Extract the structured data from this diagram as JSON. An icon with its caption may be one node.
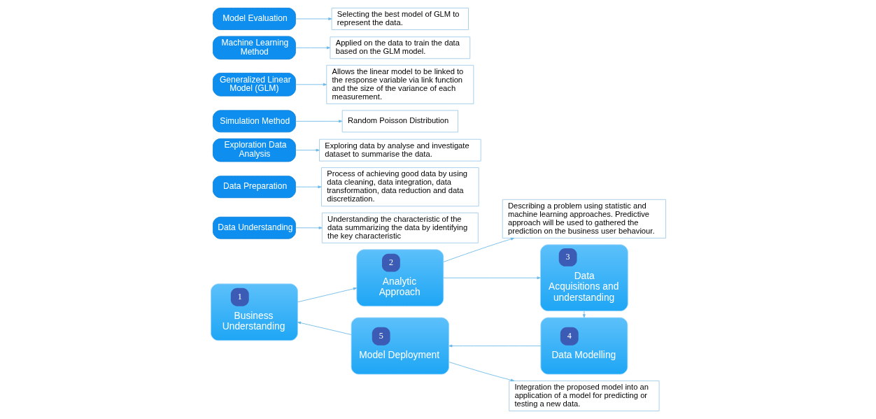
{
  "diagram": {
    "nodes": [
      {
        "text": [
          "1",
          "Business Understanding"
        ]
      },
      {
        "text": [
          "2",
          "Analytic Approach"
        ]
      },
      {
        "text": [
          "Describing a problem using statistic and machine learning approaches. Predictive approach will be used to gathered the prediction on the business user behaviour."
        ]
      },
      {
        "text": [
          "3",
          "Data Acquisitions and understanding"
        ]
      },
      {
        "text": [
          "Data Understanding"
        ]
      },
      {
        "text": [
          "Understanding the characteristic of the data summarizing the data by identifying the key characteristic"
        ]
      },
      {
        "text": [
          "Data Preparation"
        ]
      },
      {
        "text": [
          "Process of achieving good data by using data cleaning, data integration, data transformation, data reduction and data discretization."
        ]
      },
      {
        "text": [
          "Exploration Data Analysis"
        ]
      },
      {
        "text": [
          "Exploring data by analyse and investigate dataset to summarise the data."
        ]
      },
      {
        "text": [
          "4",
          "Data Modelling"
        ]
      },
      {
        "text": [
          "Simulation Method"
        ]
      },
      {
        "text": [
          "Random Poisson Distribution"
        ]
      },
      {
        "text": [
          "Generalized Linear Model (GLM)"
        ]
      },
      {
        "text": [
          "Allows the linear model to be linked to the response variable via link function and the size of the variance of each measurement."
        ]
      },
      {
        "text": [
          "Machine Learning Method"
        ]
      },
      {
        "text": [
          "Applied on the data to train the data based on the GLM model."
        ]
      },
      {
        "text": [
          "Model Evaluation"
        ]
      },
      {
        "text": [
          "Selecting the best model of GLM to represent the data."
        ]
      },
      {
        "text": [
          "5",
          "Model Deployment"
        ]
      },
      {
        "text": [
          "Integration the proposed model into an application of a model for predicting or testing a new data."
        ]
      }
    ],
    "edges": [
      {
        "from": 0,
        "to": 1,
        "arrow": "to"
      },
      {
        "from": 1,
        "to": 3,
        "arrow": "to"
      },
      {
        "from": 3,
        "to": 10,
        "arrow": "to"
      },
      {
        "from": 10,
        "to": 19,
        "arrow": "to"
      },
      {
        "from": 19,
        "to": 0,
        "arrow": "to"
      },
      {
        "from": 1,
        "to": 2,
        "arrow": "to"
      },
      {
        "from": 19,
        "to": 20,
        "arrow": "to"
      },
      {
        "from": 4,
        "to": 5,
        "arrow": "to"
      },
      {
        "from": 6,
        "to": 7,
        "arrow": "to"
      },
      {
        "from": 8,
        "to": 9,
        "arrow": "to"
      },
      {
        "from": 11,
        "to": 12,
        "arrow": "to"
      },
      {
        "from": 13,
        "to": 14,
        "arrow": "to"
      },
      {
        "from": 15,
        "to": 16,
        "arrow": "to"
      },
      {
        "from": 17,
        "to": 18,
        "arrow": "to"
      }
    ]
  }
}
